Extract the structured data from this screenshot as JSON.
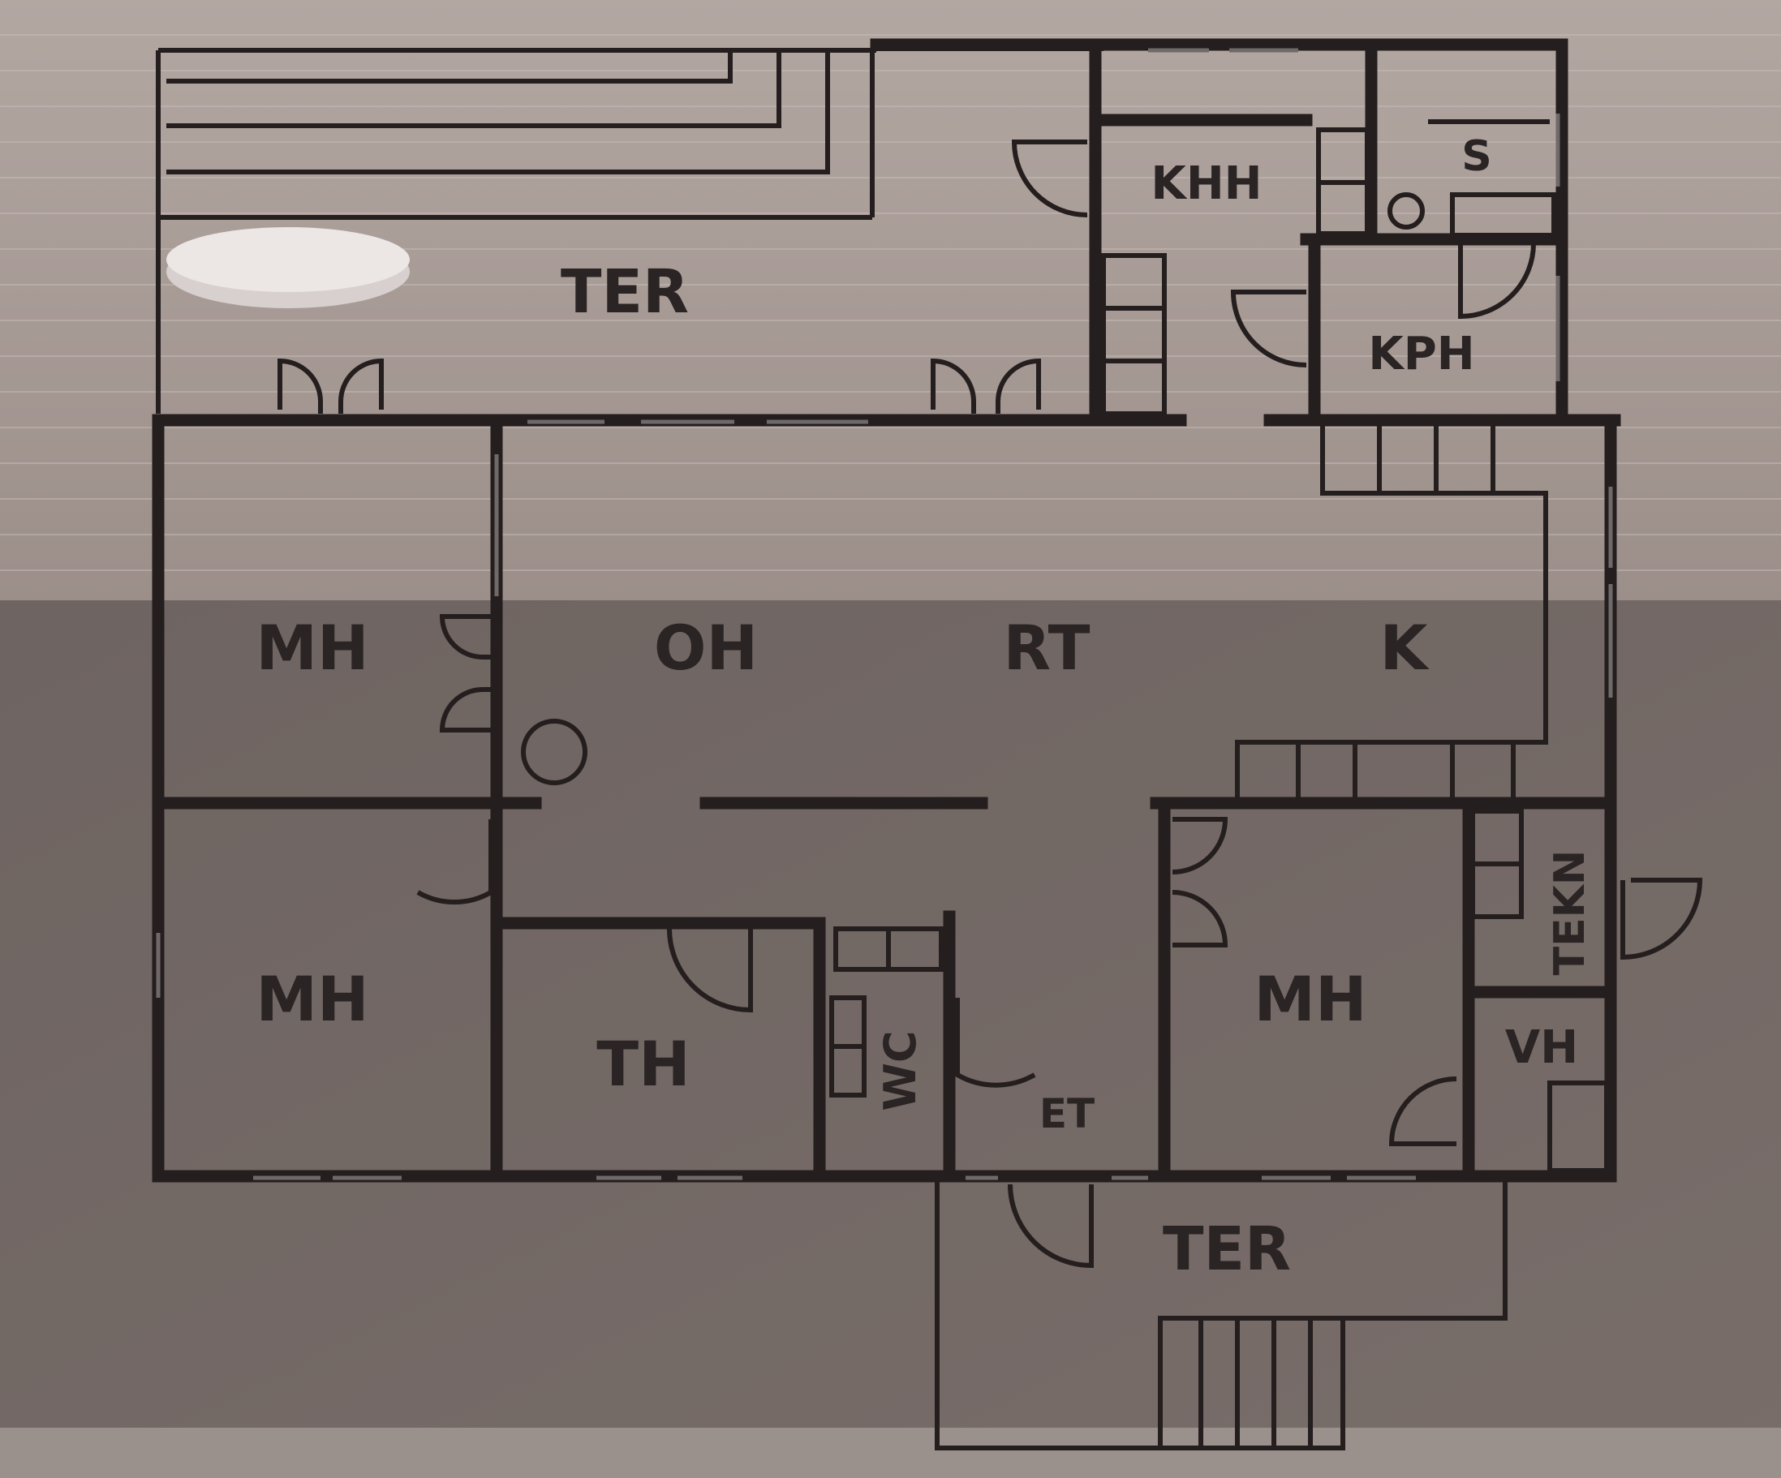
{
  "colors": {
    "background_light": "#a79a95",
    "background_dark": "#726864",
    "wall": "#241e1e",
    "label": "#2a2424"
  },
  "rooms": {
    "ter_top": "TER",
    "khh": "KHH",
    "s": "S",
    "kph": "KPH",
    "mh_left_top": "MH",
    "oh": "OH",
    "rt": "RT",
    "k": "K",
    "mh_left_bottom": "MH",
    "th": "TH",
    "wc": "WC",
    "et": "ET",
    "mh_right": "MH",
    "tekn": "TEKN",
    "vh": "VH",
    "ter_bottom": "TER"
  }
}
